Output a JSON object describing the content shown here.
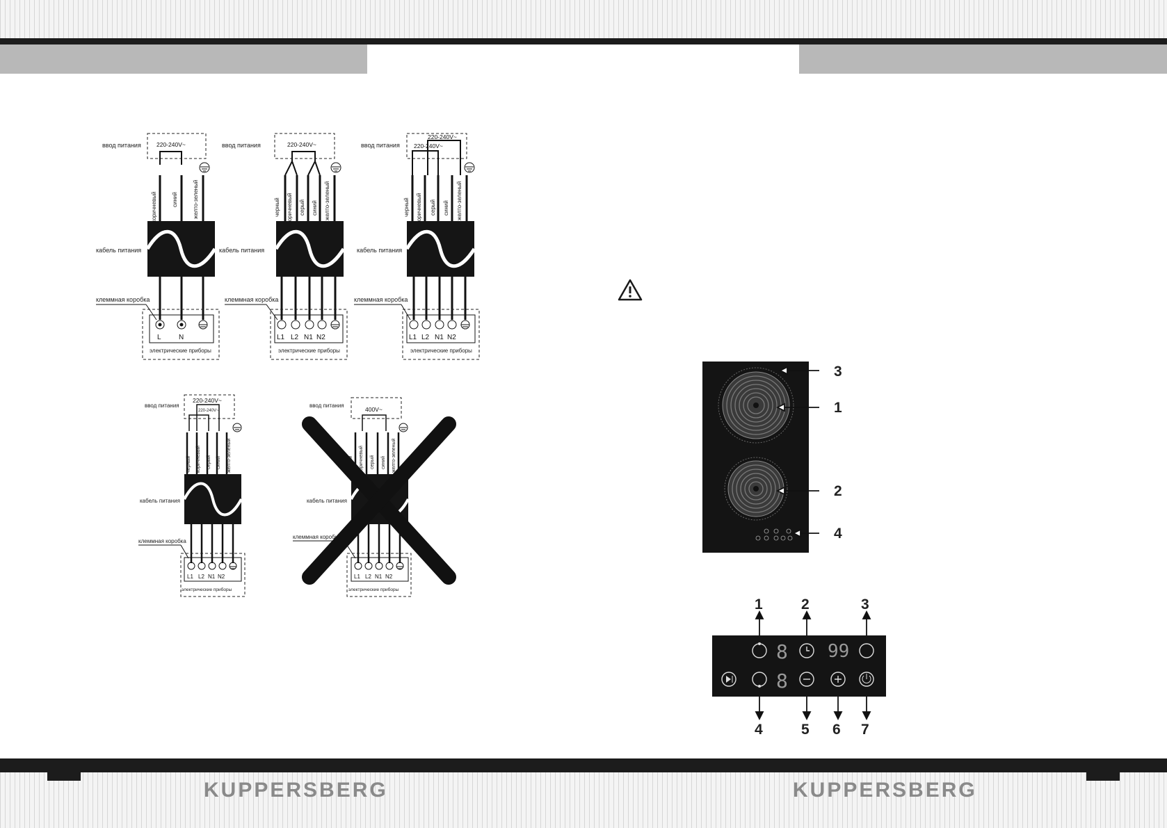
{
  "brand": {
    "left": "KUPPERSBERG",
    "right": "KUPPERSBERG"
  },
  "labels": {
    "power_input": "ввод питания",
    "power_cable": "кабель питания",
    "terminal_box": "клеммная коробка",
    "appliances": "электрические приборы"
  },
  "voltages": {
    "v220": "220-240V~",
    "v400": "400V~"
  },
  "wires": {
    "black": "черный",
    "brown": "коричневый",
    "grey": "серый",
    "blue": "синий",
    "yellow_green": "желто-зеленый"
  },
  "terminals": {
    "L": "L",
    "N": "N",
    "L1": "L1",
    "L2": "L2",
    "N1": "N1",
    "N2": "N2"
  },
  "hob_callouts": {
    "c1": "1",
    "c2": "2",
    "c3": "3",
    "c4": "4"
  },
  "panel": {
    "callouts": {
      "c1": "1",
      "c2": "2",
      "c3": "3",
      "c4": "4",
      "c5": "5",
      "c6": "6",
      "c7": "7"
    },
    "display_zone": "8",
    "display_timer": "99"
  }
}
